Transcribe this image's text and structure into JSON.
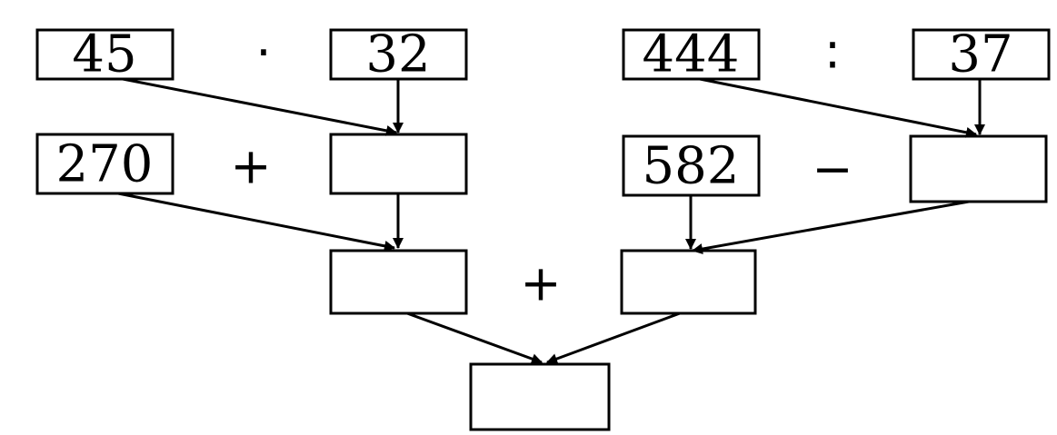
{
  "diagram": {
    "boxes": {
      "a": "45",
      "b": "32",
      "c": "444",
      "d": "37",
      "e": "270",
      "f": "",
      "g": "582",
      "h": "",
      "i": "",
      "j": "",
      "k": ""
    },
    "operators": {
      "multiply": "·",
      "divide": ":",
      "plus_top": "+",
      "minus": "−",
      "plus_mid": "+"
    }
  }
}
